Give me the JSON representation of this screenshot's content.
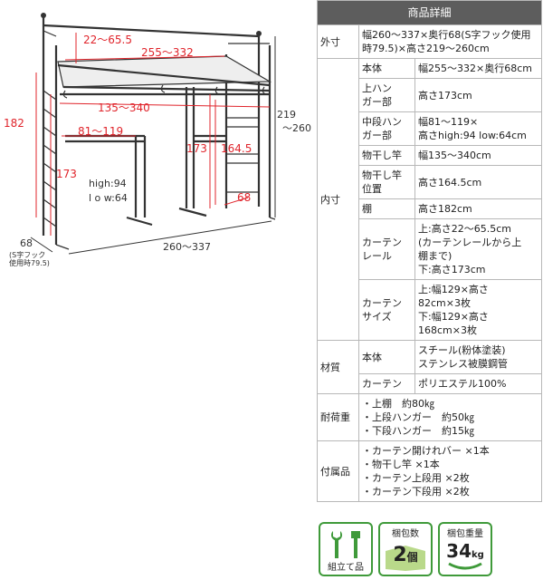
{
  "diagram": {
    "labels": {
      "rod_range": "22～65.5",
      "shelf_width": "255～332",
      "pole_height": "219",
      "pole_height_max": "～260",
      "lower_rod": "135～340",
      "left_height": "182",
      "middle_hanger": "81～119",
      "hanger_height": "173",
      "right_height_173": "173",
      "right_height_164": "164.5",
      "high": "high:94",
      "low": "l o w:64",
      "depth_small": "68",
      "depth": "68",
      "depth_note": "(S字フック使用時79.5)",
      "width": "260～337"
    }
  },
  "spec": {
    "header": "商品詳細",
    "outer_label": "外寸",
    "outer_value": "幅260～337×奥行68(S字フック使用時79.5)×高さ219～260cm",
    "inner_label": "内寸",
    "inner_rows": [
      {
        "label": "本体",
        "value": "幅255～332×奥行68cm"
      },
      {
        "label": "上ハン\nガー部",
        "value": "高さ173cm"
      },
      {
        "label": "中段ハン\nガー部",
        "value": "幅81～119×\n高さhigh:94 low:64cm"
      },
      {
        "label": "物干し竿",
        "value": "幅135～340cm"
      },
      {
        "label": "物干し竿\n位置",
        "value": "高さ164.5cm"
      },
      {
        "label": "棚",
        "value": "高さ182cm"
      },
      {
        "label": "カーテン\nレール",
        "value": "上:高さ22～65.5cm\n(カーテンレールから上\n棚まで)\n下:高さ173cm"
      },
      {
        "label": "カーテン\nサイズ",
        "value": "上:幅129×高さ\n82cm×3枚\n下:幅129×高さ\n168cm×3枚"
      }
    ],
    "material_label": "材質",
    "material_rows": [
      {
        "label": "本体",
        "value": "スチール(粉体塗装)\nステンレス被膜鋼管"
      },
      {
        "label": "カーテン",
        "value": "ポリエステル100%"
      }
    ],
    "load_label": "耐荷重",
    "load_value": "・上棚　約80㎏\n・上段ハンガー　約50㎏\n・下段ハンガー　約15㎏",
    "acc_label": "付属品",
    "acc_value": "・カーテン開けれバー ×1本\n・物干し竿 ×1本\n・カーテン上段用 ×2枚\n・カーテン下段用 ×2枚"
  },
  "badges": {
    "assembly": "組立て品",
    "packages_label": "梱包数",
    "packages_value": "2",
    "packages_unit": "個",
    "weight_label": "梱包重量",
    "weight_value": "34",
    "weight_unit": "kg"
  },
  "colors": {
    "accent": "#e0242b",
    "badge_green": "#3f9a3a",
    "header_bg": "#5d5d5d"
  }
}
